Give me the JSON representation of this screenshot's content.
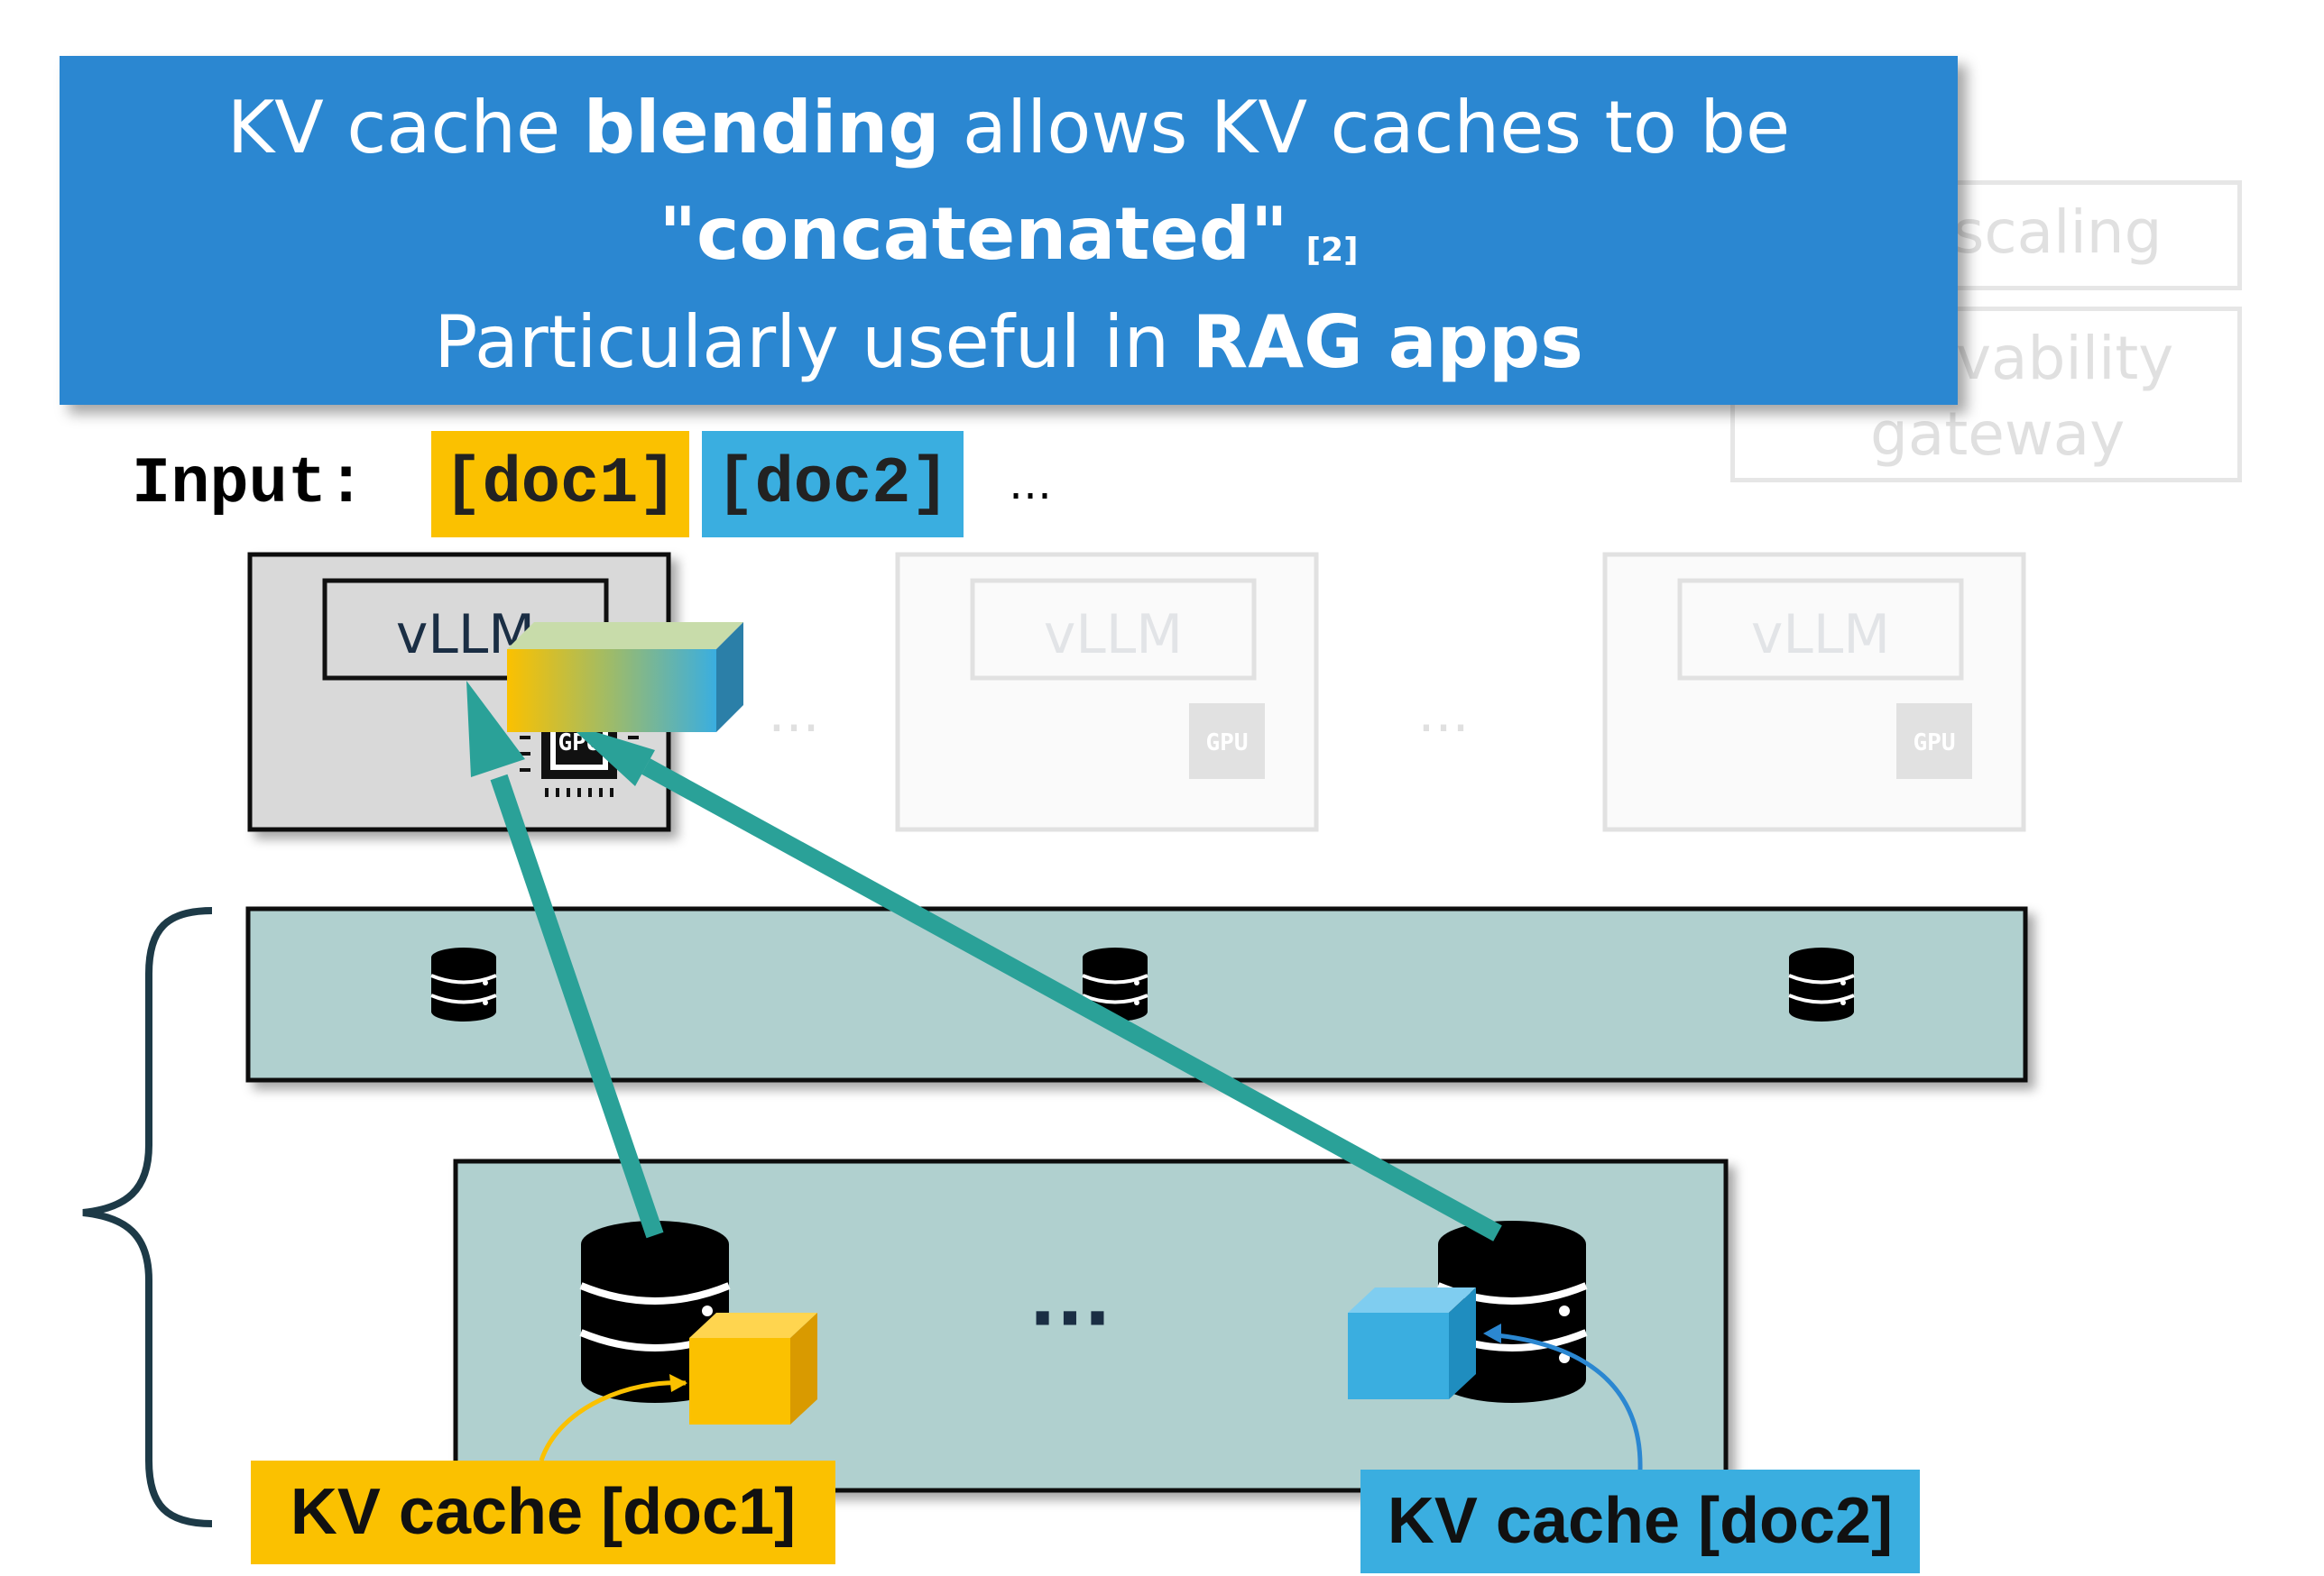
{
  "header": {
    "line1_pre": "KV cache ",
    "line1_bold": "blending",
    "line1_post": " allows KV caches to be",
    "line2_bold": "\"concatenated\"",
    "line2_ref": "[2]",
    "line3_pre": "Particularly useful in ",
    "line3_bold": "RAG apps"
  },
  "background": {
    "item1": "scaling",
    "item2a": "vability",
    "item2b": "gateway"
  },
  "input": {
    "label": "Input:",
    "doc1": "[doc1]",
    "doc2": "[doc2]",
    "ellipsis": "…"
  },
  "engines": [
    {
      "label": "vLLM",
      "gpu": "GPU",
      "active": true
    },
    {
      "label": "vLLM",
      "gpu": "GPU",
      "active": false
    },
    {
      "label": "vLLM",
      "gpu": "GPU",
      "active": false
    }
  ],
  "ellipses": {
    "between_engines": "···",
    "storage": "···"
  },
  "kv_labels": {
    "doc1": "KV cache [doc1]",
    "doc2": "KV cache [doc2]"
  },
  "colors": {
    "banner": "#2b87d1",
    "doc1": "#fbc100",
    "doc2": "#3aaee0",
    "arrow": "#2aa198",
    "storage_fill": "#b0d0cf",
    "brace": "#1d3a47"
  }
}
